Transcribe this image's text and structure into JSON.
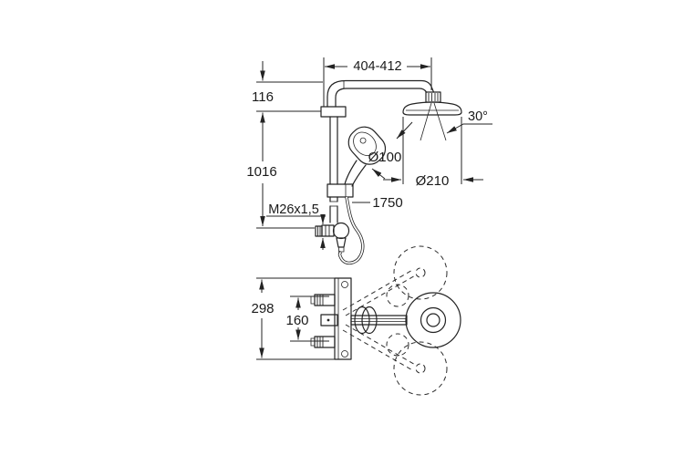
{
  "drawing": {
    "type": "shower-system-dimensional-drawing",
    "labels": {
      "width_range": "404-412",
      "offset_top": "116",
      "rail_height": "1016",
      "thread": "M26x1,5",
      "hose_length": "1750",
      "handshower_diameter": "Ø100",
      "headshower_diameter": "Ø210",
      "swivel_angle": "30°",
      "valve_height": "298",
      "connection_distance": "160"
    },
    "colors": {
      "line": "#232323",
      "text": "#1a1a1a",
      "background": "#ffffff"
    }
  }
}
